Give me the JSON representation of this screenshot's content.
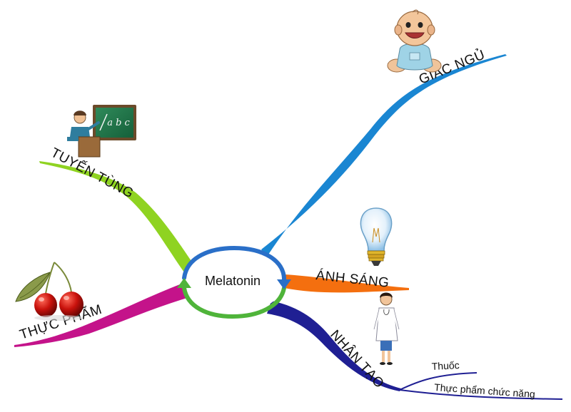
{
  "center": {
    "label": "Melatonin"
  },
  "branches": {
    "giac_ngu": {
      "label": "GIẤC NGỦ",
      "color": "#1a86d2"
    },
    "tuyen_tung": {
      "label": "TUYẾN TÙNG",
      "color": "#8fd321"
    },
    "anh_sang": {
      "label": "ÁNH SÁNG",
      "color": "#f46f0f"
    },
    "thuc_pham": {
      "label": "THỰC PHẨM",
      "color": "#c4138a"
    },
    "nhan_tao": {
      "label": "NHÂN TẠO",
      "color": "#1f1f93",
      "children": [
        "Thuốc",
        "Thực phẩm chức năng"
      ]
    }
  },
  "board": {
    "text": "a b c"
  },
  "icons": [
    "baby-icon",
    "teacher-icon",
    "lightbulb-icon",
    "cherries-icon",
    "nurse-icon"
  ],
  "ring_colors": {
    "top": "#2a6fc8",
    "bottom": "#4fb43a"
  }
}
